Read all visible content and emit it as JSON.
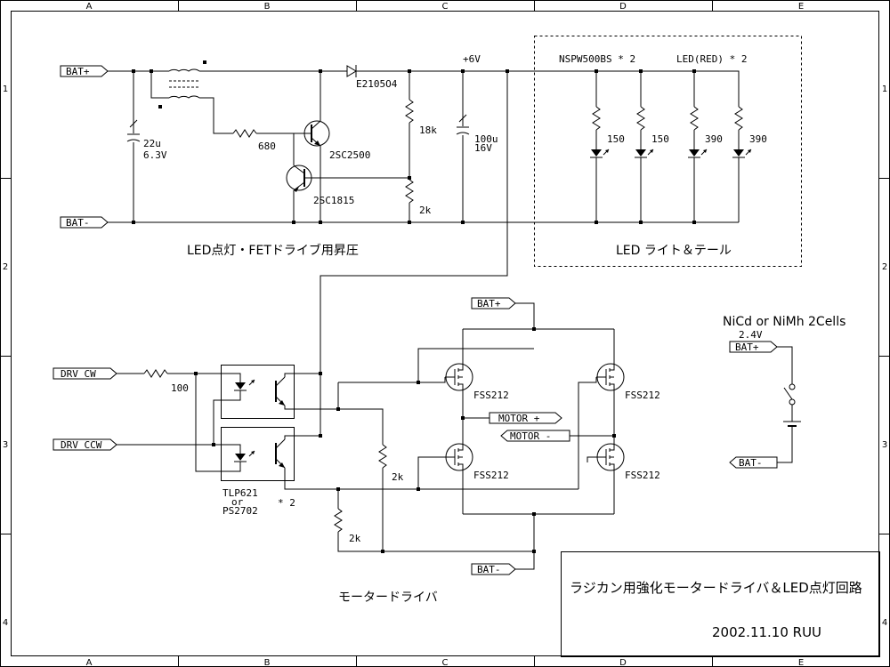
{
  "grid": {
    "columns": [
      "A",
      "B",
      "C",
      "D",
      "E"
    ],
    "rows": [
      "1",
      "2",
      "3",
      "4"
    ]
  },
  "ports": {
    "bat_plus_top": "BAT+",
    "bat_minus_top": "BAT-",
    "bat_plus_motor": "BAT+",
    "bat_minus_motor": "BAT-",
    "drv_cw": "DRV CW",
    "drv_ccw": "DRV CCW",
    "motor_plus": "MOTOR +",
    "motor_minus": "MOTOR -",
    "bat_plus_cells": "BAT+",
    "bat_minus_cells": "BAT-"
  },
  "components": {
    "cap1_value": "22u",
    "cap1_voltage": "6.3V",
    "r_680": "680",
    "q1": "2SC2500",
    "q2": "2SC1815",
    "diode": "E2105O4",
    "r_18k": "18k",
    "r_2k_top": "2k",
    "cap2_value": "100u",
    "cap2_voltage": "16V",
    "rail": "+6V",
    "led_white": "NSPW500BS * 2",
    "led_red": "LED(RED) * 2",
    "r_150a": "150",
    "r_150b": "150",
    "r_390a": "390",
    "r_390b": "390",
    "r_100": "100",
    "opto_1": "TLP621",
    "opto_2": "or",
    "opto_3": "PS2702",
    "opto_qty": "* 2",
    "r_2k_mid": "2k",
    "r_2k_low": "2k",
    "fet_tl": "FSS212",
    "fet_bl": "FSS212",
    "fet_tr": "FSS212",
    "fet_br": "FSS212",
    "cells_title": "NiCd or NiMh 2Cells",
    "cells_voltage": "2.4V"
  },
  "sections": {
    "boost": "LED点灯・FETドライブ用昇圧",
    "led": "LED ライト＆テール",
    "motor": "モータードライバ"
  },
  "title_block": {
    "title": "ラジカン用強化モータードライバ＆LED点灯回路",
    "date_author": "2002.11.10  RUU"
  }
}
